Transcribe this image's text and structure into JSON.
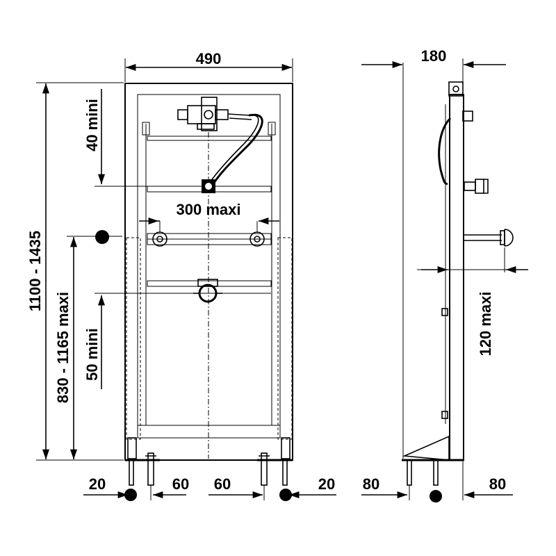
{
  "labels": {
    "front_width": "490",
    "side_depth": "180",
    "height_range": "1100 - 1435",
    "outlet_height": "830 - 1165 maxi",
    "top_offset": "40  mini",
    "lower_offset": "50 mini",
    "bracket_spacing": "300 maxi",
    "side_projection": "120 maxi",
    "foot_left_edge": "20",
    "foot_left_inner": "60",
    "foot_right_inner": "60",
    "foot_right_edge": "20",
    "side_foot_left": "80",
    "side_foot_right": "80"
  }
}
